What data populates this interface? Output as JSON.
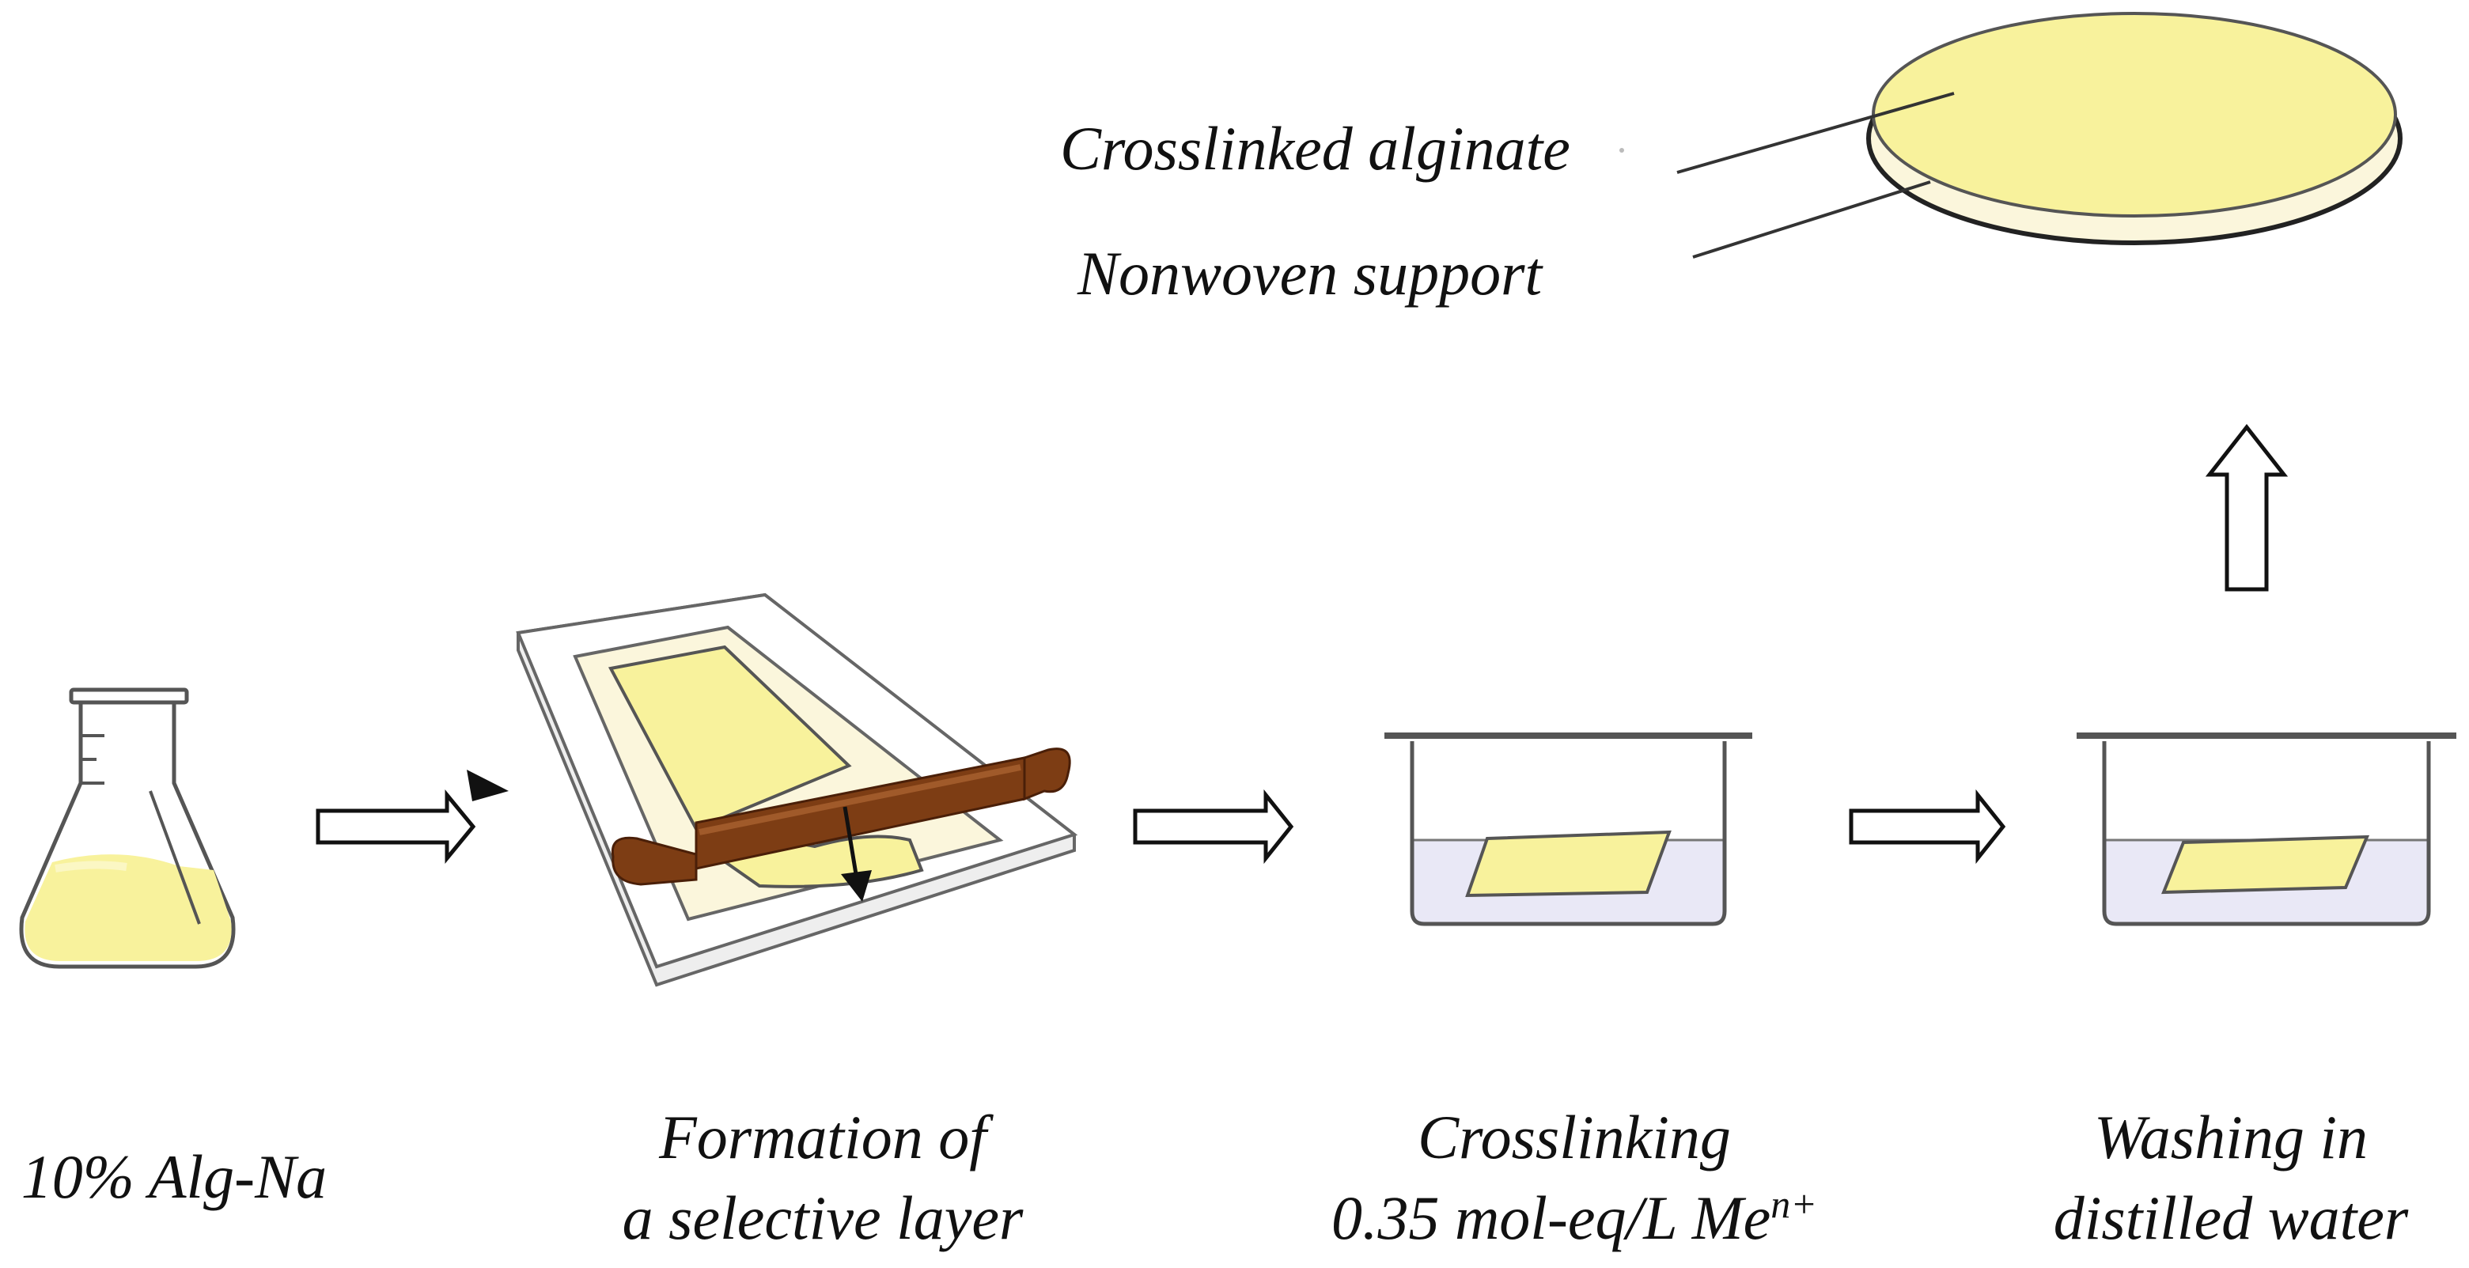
{
  "colors": {
    "alginate": "#f8f29c",
    "alginate_light": "#fbf7c4",
    "support": "#fbf6dc",
    "water": "#e9e8f6",
    "rolling_pin": "#7d3d14",
    "outline": "#444444",
    "arrow_outline": "#111111"
  },
  "labels": {
    "top": {
      "crosslinked": "Crosslinked alginate",
      "nonwoven": "Nonwoven support"
    },
    "steps": [
      {
        "line1": "10% Alg-Na"
      },
      {
        "line1": "Formation of",
        "line2": "a selective layer"
      },
      {
        "line1": "Crosslinking",
        "line2": "0.35 mol-eq/L Me",
        "sup": "n+"
      },
      {
        "line1": "Washing in",
        "line2": "distilled water"
      }
    ]
  },
  "icons": {
    "flask": "erlenmeyer-flask-icon",
    "casting": "rolling-pin-casting-icon",
    "crosslink_bath": "crosslinking-bath-icon",
    "wash_bath": "washing-bath-icon",
    "membrane": "membrane-disc-icon"
  }
}
